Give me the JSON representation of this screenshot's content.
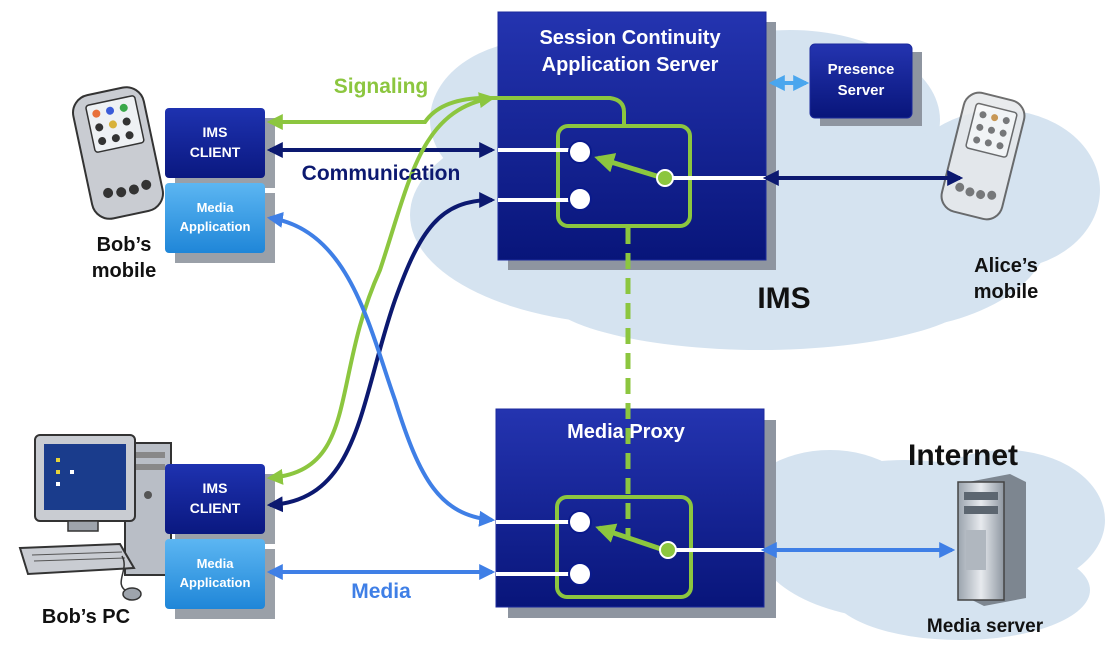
{
  "servers": {
    "session_continuity_line1": "Session Continuity",
    "session_continuity_line2": "Application Server",
    "presence_line1": "Presence",
    "presence_line2": "Server",
    "media_proxy": "Media Proxy"
  },
  "clients": {
    "mobile_ims_line1": "IMS",
    "mobile_ims_line2": "CLIENT",
    "mobile_media_line1": "Media",
    "mobile_media_line2": "Application",
    "pc_ims_line1": "IMS",
    "pc_ims_line2": "CLIENT",
    "pc_media_line1": "Media",
    "pc_media_line2": "Application"
  },
  "links": {
    "signaling": "Signaling",
    "communication": "Communication",
    "media": "Media"
  },
  "devices": {
    "bobs_mobile_line1": "Bob’s",
    "bobs_mobile_line2": "mobile",
    "alices_mobile_line1": "Alice’s",
    "alices_mobile_line2": "mobile",
    "bobs_pc": "Bob’s PC",
    "media_server": "Media server"
  },
  "clouds": {
    "ims": "IMS",
    "internet": "Internet"
  },
  "colors": {
    "server_blue": "#0a1a8c",
    "client_dark_blue": "#0d1f96",
    "client_light_blue": "#2f9ae8",
    "signaling_green": "#8cc63f",
    "communication_navy": "#0c1970",
    "media_blue": "#3f7fe6",
    "cloud": "#d5e3f0"
  }
}
